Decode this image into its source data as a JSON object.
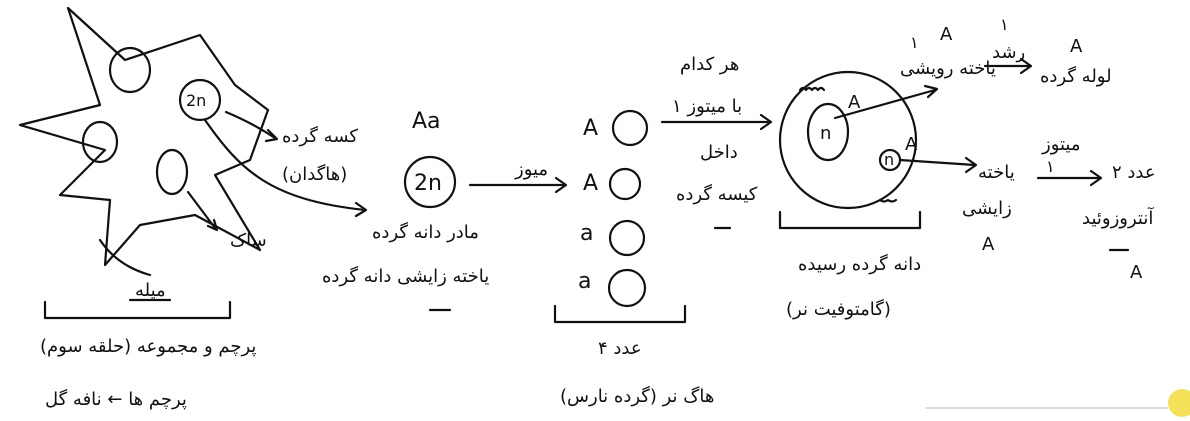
{
  "stage1": {
    "cell_label": "2n",
    "nucellus_label": "کسه گرده",
    "nucellus_label2": "(هاگدان)",
    "filament_label": "میله",
    "stalk_label": "ساک",
    "bracket_text_line1": "(حلقه سوم) پرچم و مجموعه",
    "bracket_text_line2": "پرچم ها ← نافه گل"
  },
  "stage2": {
    "genotype": "Aa",
    "cell_label": "2n",
    "caption_line1": "مادر دانه گرده",
    "caption_line2": "یاخته زایشی دانه گرده",
    "arrow_label": "میوز"
  },
  "stage3": {
    "cells": [
      "A",
      "A",
      "a",
      "a"
    ],
    "bracket_count": "۴ عدد",
    "bracket_caption": "هاگ نر (گرده نارس)",
    "note_line1": "هر کدام",
    "note_line2": "۱ با میتوز",
    "note_line3": "داخل",
    "note_line4": "کیسه گرده"
  },
  "stage4": {
    "nucleus_big": "n",
    "nucleus_small": "n",
    "allele_big": "A",
    "allele_small": "A",
    "caption_line1": "دانه گرده رسیده",
    "caption_line2": "(گامتوفیت نر)"
  },
  "stage5": {
    "top_count": "۱",
    "top_allele": "A",
    "top_cell": "یاخته رویشی",
    "top_arrow_label": "رشد",
    "top_arrow_count": "۱",
    "tube_allele": "A",
    "tube_label": "لوله گرده",
    "mid_cell_line1": "یاخته",
    "mid_cell_line2": "زایشی",
    "mid_allele": "A",
    "mitosis_label": "میتوز",
    "mid_count": "۱",
    "result_count": "۲ عدد",
    "result_label": "آنتروزوئید",
    "result_allele": "A"
  }
}
